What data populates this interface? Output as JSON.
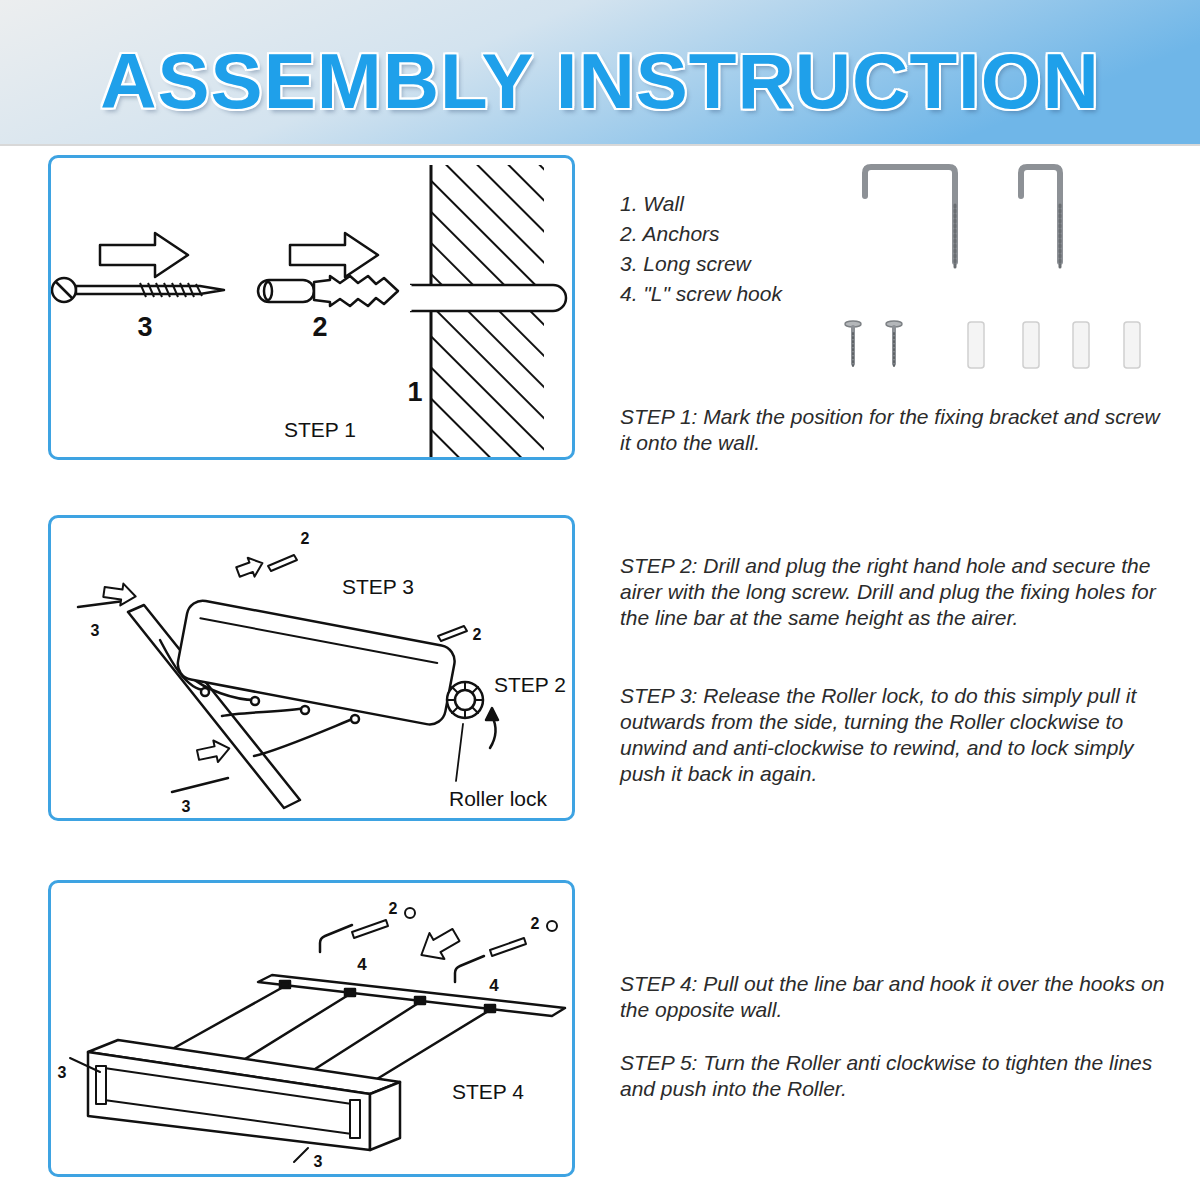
{
  "diagram": {
    "title": "ASSEMBLY INSTRUCTION",
    "nodes": [
      {
        "text": [
          "3",
          "2",
          "1",
          "STEP 1"
        ]
      },
      {
        "text": [
          "2",
          "STEP 3",
          "3",
          "2",
          "STEP 2",
          "3",
          "Roller lock"
        ]
      },
      {
        "text": [
          "2",
          "4",
          "2",
          "4",
          "3",
          "STEP 4",
          "3"
        ]
      }
    ],
    "labels": [
      "1. Wall",
      "2. Anchors",
      "3. Long screw",
      "4. \"L\" screw hook",
      "STEP 1: Mark the position for the fixing bracket and screw it onto the wall.",
      "STEP 2: Drill and plug the right hand hole and secure the airer with the long screw. Drill and plug the fixing holes for the line bar at the same height as the airer.",
      "STEP 3: Release the Roller lock, to do this simply pull it outwards from the side, turning the Roller clockwise to unwind and anti-clockwise to rewind, and to lock simply push it back in again.",
      "STEP 4: Pull out the line bar and hook it over the hooks on the opposite wall.",
      "STEP 5: Turn the Roller anti clockwise to tighten the lines and push into the Roller."
    ]
  }
}
